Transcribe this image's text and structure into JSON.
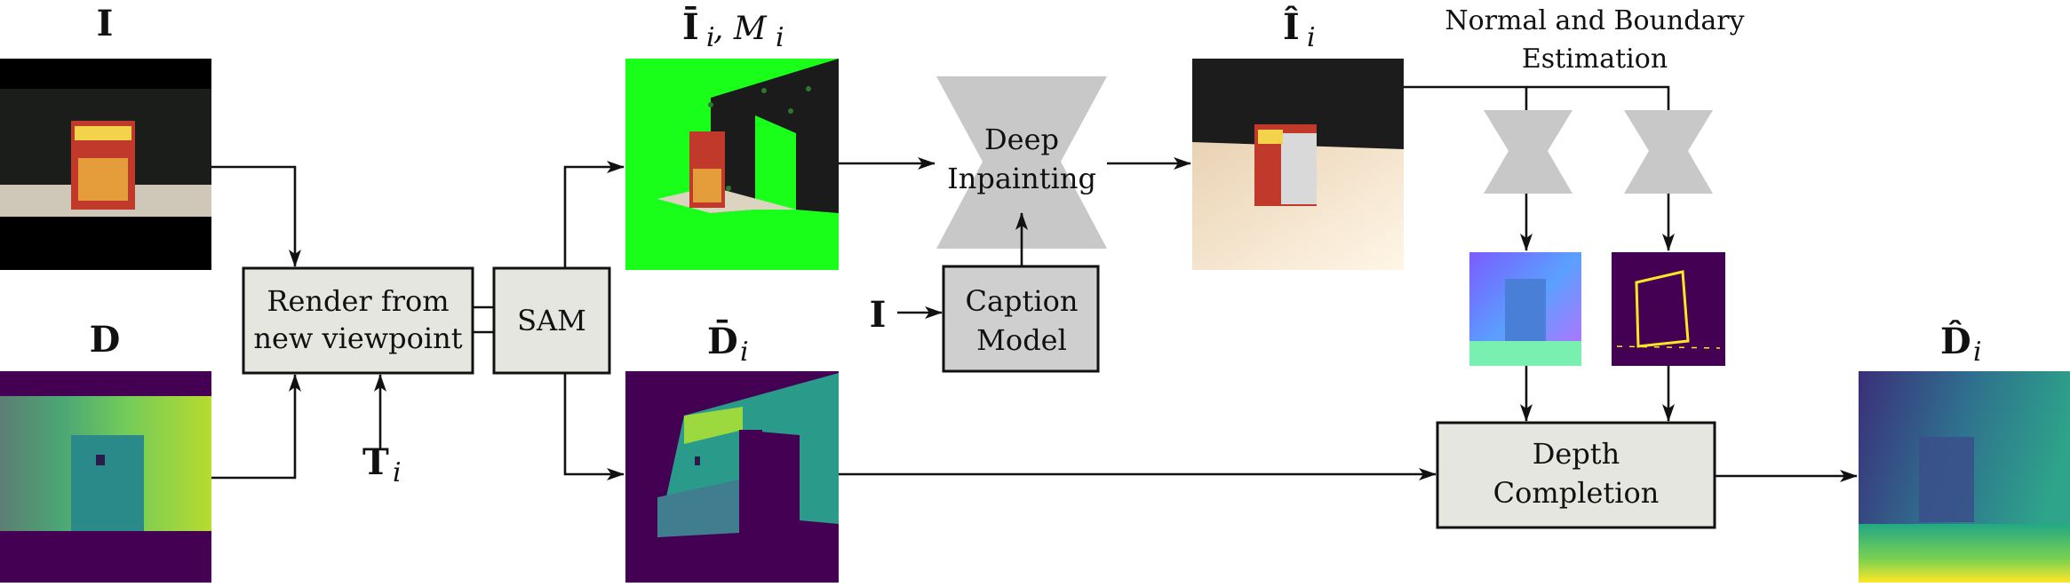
{
  "headings": {
    "input_image": "I",
    "input_depth": "D",
    "masked_image_bar": "Ī",
    "masked_image_sub": "i",
    "masked_image_mask": ", M",
    "masked_image_mask_sub": "i",
    "inpainted_image": "Î",
    "inpainted_image_sub": "i",
    "masked_depth": "D̄",
    "masked_depth_sub": "i",
    "completed_depth": "D̂",
    "completed_depth_sub": "i",
    "transform": "T",
    "transform_sub": "i",
    "caption_input": "I"
  },
  "nodes": {
    "render": [
      "Render from",
      "new viewpoint"
    ],
    "sam": "SAM",
    "deep_inpainting": [
      "Deep",
      "Inpainting"
    ],
    "caption_model": [
      "Caption",
      "Model"
    ],
    "depth_completion": [
      "Depth",
      "Completion"
    ],
    "normal_boundary": [
      "Normal and Boundary",
      "Estimation"
    ]
  },
  "colors": {
    "box_fill": "#e6e6e1",
    "caption_fill": "#cfcfcf",
    "hourglass": "#c8c8c8",
    "mask_green": "#19ff19",
    "viridis_dark": "#440154",
    "viridis_yellow": "#dde318"
  },
  "icons": [
    "render-node",
    "sam-node",
    "inpainting-hourglass",
    "caption-node",
    "estimator-hourglass",
    "depth-completion-node"
  ]
}
